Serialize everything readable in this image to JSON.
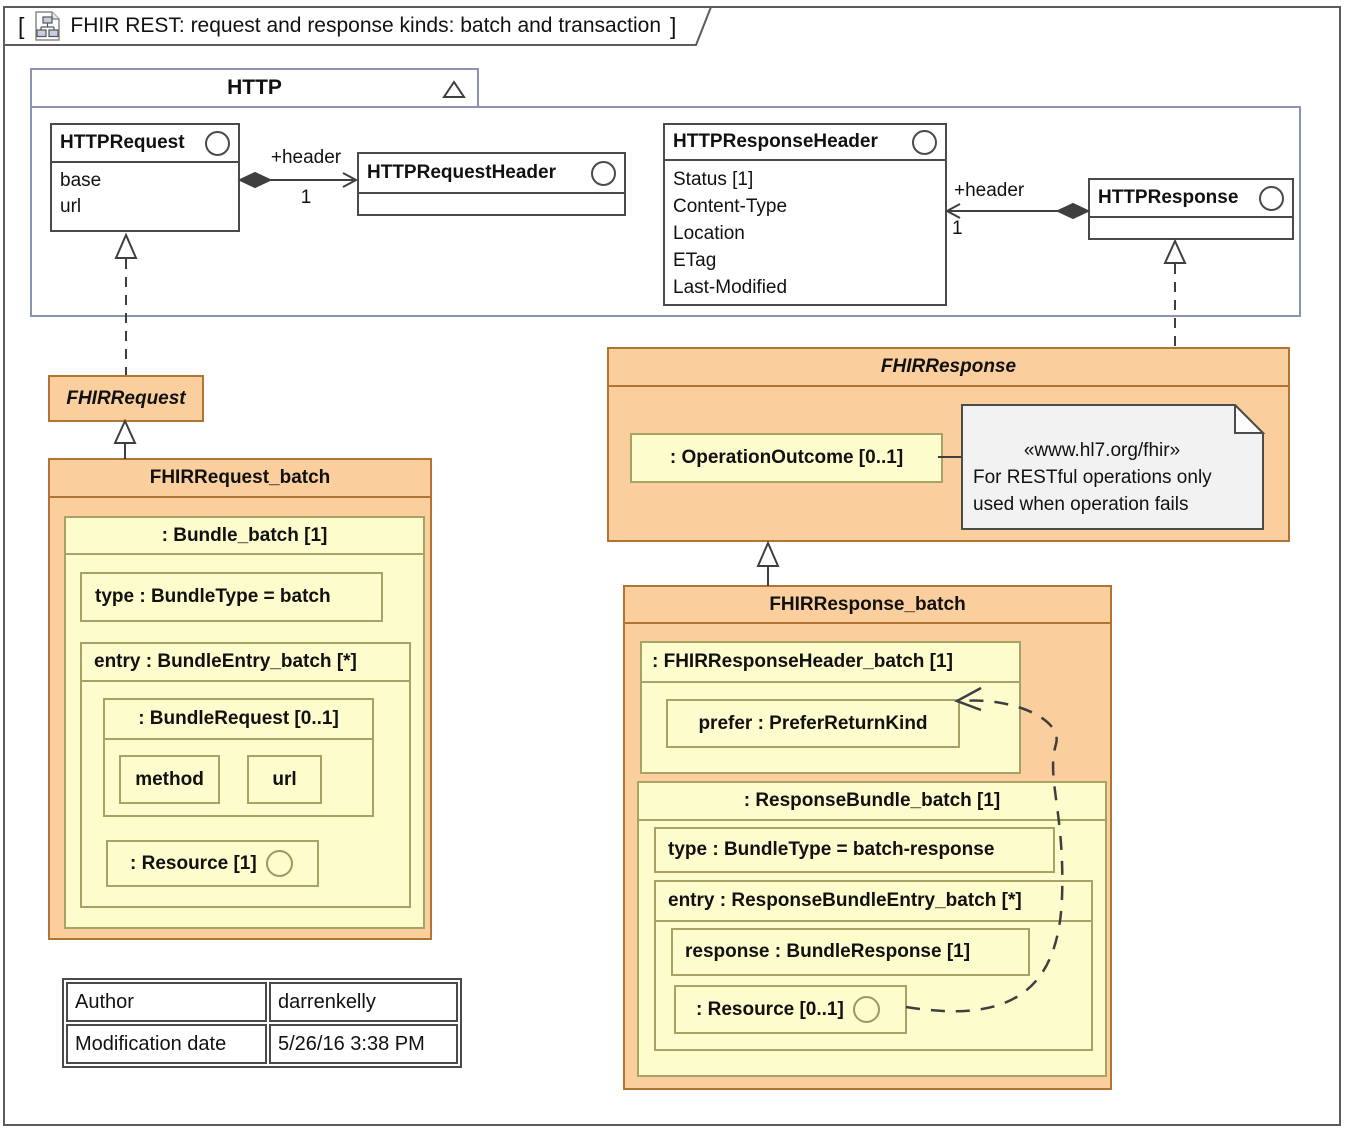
{
  "frame": {
    "open_bracket": "[",
    "close_bracket": "]",
    "title": "FHIR REST: request and response kinds: batch and transaction"
  },
  "http_package": {
    "name": "HTTP",
    "request": {
      "name": "HTTPRequest",
      "attributes": [
        "base",
        "url"
      ]
    },
    "request_header": {
      "name": "HTTPRequestHeader"
    },
    "response_header": {
      "name": "HTTPResponseHeader",
      "attributes": [
        "Status [1]",
        "Content-Type",
        "Location",
        "ETag",
        "Last-Modified"
      ]
    },
    "response": {
      "name": "HTTPResponse"
    },
    "request_assoc": {
      "role": "+header",
      "multiplicity": "1"
    },
    "response_assoc": {
      "role": "+header",
      "multiplicity": "1"
    }
  },
  "fhir_request": {
    "name": "FHIRRequest"
  },
  "fhir_request_batch": {
    "name": "FHIRRequest_batch",
    "bundle": {
      "label": ": Bundle_batch [1]",
      "type": "type : BundleType = batch",
      "entry": {
        "label": "entry : BundleEntry_batch [*]",
        "bundle_request": {
          "label": ": BundleRequest [0..1]",
          "method": "method",
          "url": "url"
        },
        "resource": ": Resource [1]"
      }
    }
  },
  "fhir_response": {
    "name": "FHIRResponse",
    "operation_outcome": ": OperationOutcome [0..1]",
    "note": {
      "stereotype": "«www.hl7.org/fhir»",
      "line1": "For RESTful operations only",
      "line2": "used when operation fails"
    }
  },
  "fhir_response_batch": {
    "name": "FHIRResponse_batch",
    "response_header": {
      "label": ": FHIRResponseHeader_batch [1]",
      "prefer": "prefer : PreferReturnKind"
    },
    "bundle": {
      "label": ": ResponseBundle_batch [1]",
      "type": "type : BundleType = batch-response",
      "entry": {
        "label": "entry : ResponseBundleEntry_batch [*]",
        "response": "response : BundleResponse [1]",
        "resource": ": Resource [0..1]"
      }
    }
  },
  "info_table": {
    "rows": [
      [
        "Author",
        "darrenkelly"
      ],
      [
        "Modification date",
        "5/26/16 3:38 PM"
      ]
    ]
  },
  "colors": {
    "orange_fill": "#fbce9d",
    "orange_border": "#b07434",
    "yellow_fill": "#fcfccd",
    "yellow_border": "#a8a365",
    "package_border": "#8a93af",
    "note_fill": "#f2f2f2",
    "line": "#4a4a4a"
  }
}
